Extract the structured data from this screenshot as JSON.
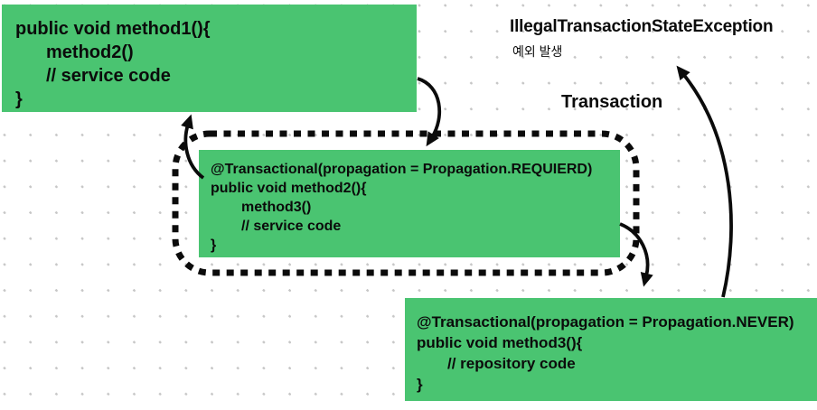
{
  "colors": {
    "box-green": "#4ac471",
    "ink": "#0b0b0b",
    "grid-dot": "#c7c7c7"
  },
  "boxes": {
    "method1": {
      "lines": [
        "public void method1(){",
        "method2()",
        "// service code",
        "}"
      ]
    },
    "method2": {
      "lines": [
        "@Transactional(propagation = Propagation.REQUIERD)",
        "public void method2(){",
        "method3()",
        "// service code",
        "}"
      ]
    },
    "method3": {
      "lines": [
        "@Transactional(propagation = Propagation.NEVER)",
        "public void method3(){",
        "// repository code",
        "}"
      ]
    }
  },
  "labels": {
    "exception_title": "IllegalTransactionStateException",
    "exception_subtitle": "예외 발생",
    "transaction": "Transaction"
  },
  "icons": [
    "arrow-method1-into-transaction",
    "arrow-transaction-back-to-method1",
    "arrow-method2-to-method3",
    "arrow-method3-to-exception",
    "transaction-boundary-dashed-border"
  ]
}
